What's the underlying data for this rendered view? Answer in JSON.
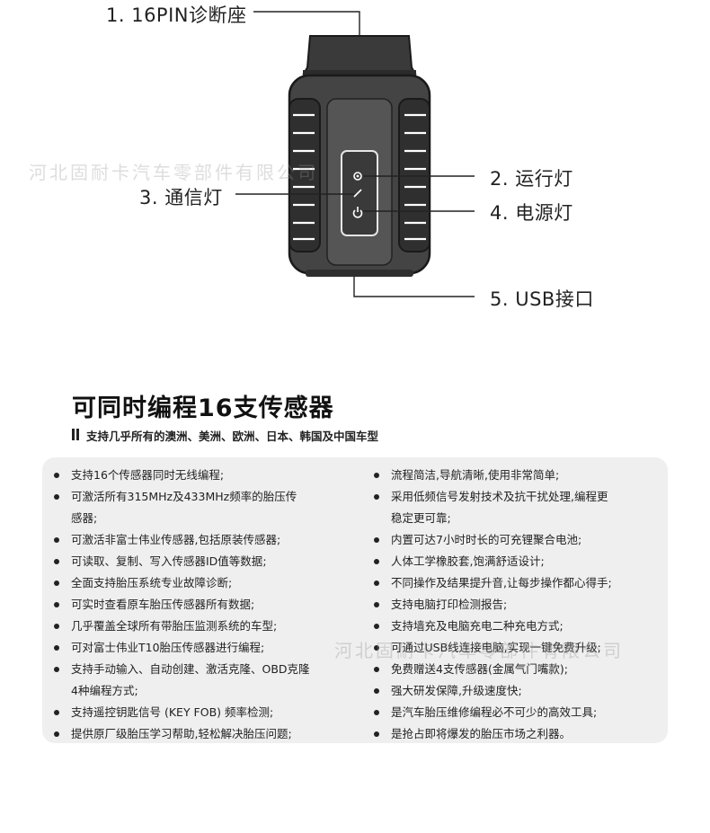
{
  "diagram": {
    "callouts": [
      {
        "text": "1. 16PIN诊断座"
      },
      {
        "text": "2. 运行灯"
      },
      {
        "text": "3. 通信灯"
      },
      {
        "text": "4. 电源灯"
      },
      {
        "text": "5. USB接口"
      }
    ],
    "watermark": "河北固耐卡汽车零部件有限公司"
  },
  "heading": {
    "title": "可同时编程16支传感器",
    "subtitle": "支持几乎所有的澳洲、美洲、欧洲、日本、韩国及中国车型"
  },
  "features": {
    "left": [
      {
        "lines": [
          "支持16个传感器同时无线编程;"
        ]
      },
      {
        "lines": [
          "可激活所有315MHz及433MHz频率的胎压传",
          "感器;"
        ]
      },
      {
        "lines": [
          "可激活非富士伟业传感器,包括原装传感器;"
        ]
      },
      {
        "lines": [
          "可读取、复制、写入传感器ID值等数据;"
        ]
      },
      {
        "lines": [
          "全面支持胎压系统专业故障诊断;"
        ]
      },
      {
        "lines": [
          "可实时查看原车胎压传感器所有数据;"
        ]
      },
      {
        "lines": [
          "几乎覆盖全球所有带胎压监测系统的车型;"
        ]
      },
      {
        "lines": [
          "可对富士伟业T10胎压传感器进行编程;"
        ]
      },
      {
        "lines": [
          "支持手动输入、自动创建、激活克隆、OBD克隆",
          "4种编程方式;"
        ]
      },
      {
        "lines": [
          "支持遥控钥匙信号 (KEY FOB) 频率检测;"
        ]
      },
      {
        "lines": [
          "提供原厂级胎压学习帮助,轻松解决胎压问题;"
        ]
      }
    ],
    "right": [
      {
        "lines": [
          "流程简洁,导航清晰,使用非常简单;"
        ]
      },
      {
        "lines": [
          "采用低频信号发射技术及抗干扰处理,编程更",
          "稳定更可靠;"
        ]
      },
      {
        "lines": [
          "内置可达7小时时长的可充锂聚合电池;"
        ]
      },
      {
        "lines": [
          "人体工学橡胶套,饱满舒适设计;"
        ]
      },
      {
        "lines": [
          "不同操作及结果提升音,让每步操作都心得手;"
        ]
      },
      {
        "lines": [
          "支持电脑打印检测报告;"
        ]
      },
      {
        "lines": [
          "支持墙充及电脑充电二种充电方式;"
        ]
      },
      {
        "lines": [
          "可通过USB线连接电脑,实现一键免费升级;"
        ]
      },
      {
        "lines": [
          "免费赠送4支传感器(金属气门嘴款);"
        ]
      },
      {
        "lines": [
          "强大研发保障,升级速度快;"
        ]
      },
      {
        "lines": [
          "是汽车胎压维修编程必不可少的高效工具;"
        ]
      },
      {
        "lines": [
          "是抢占即将爆发的胎压市场之利器。"
        ]
      }
    ],
    "watermark": "河北固耐卡汽车零部件有限公司"
  }
}
